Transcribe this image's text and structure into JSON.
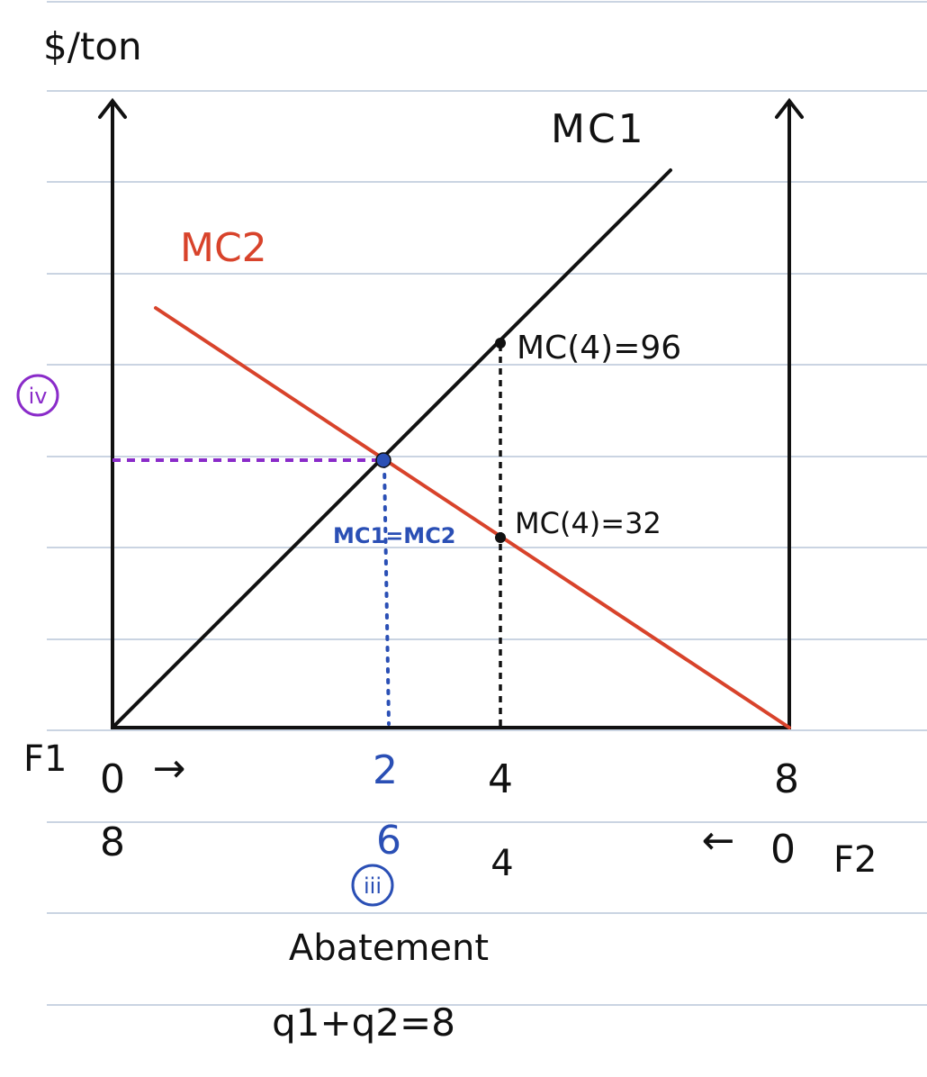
{
  "colors": {
    "ink": "#111111",
    "mc1": "#111111",
    "mc2": "#d8432b",
    "blue": "#2a4fb5",
    "purple": "#8a2bc9",
    "ruled_line": "#b8c6d8"
  },
  "y_axis_label": "$/ton",
  "curve_labels": {
    "mc1": "MC1",
    "mc2": "MC2"
  },
  "point_labels": {
    "mc1_at_4": "MC(4)=96",
    "mc2_at_4": "MC(4)=32",
    "equality": "MC1=MC2"
  },
  "markers": {
    "price": "iv",
    "quantity": "iii"
  },
  "firm_labels": {
    "f1": "F1",
    "f2": "F2"
  },
  "f1_axis": {
    "origin": "0",
    "arrow": "→"
  },
  "f2_axis": {
    "origin": "0",
    "arrow": "←"
  },
  "ticks_top": [
    "2",
    "4",
    "8"
  ],
  "ticks_bottom": [
    "8",
    "6",
    "4"
  ],
  "xlabel": "Abatement",
  "equation": "q1+q2=8"
}
